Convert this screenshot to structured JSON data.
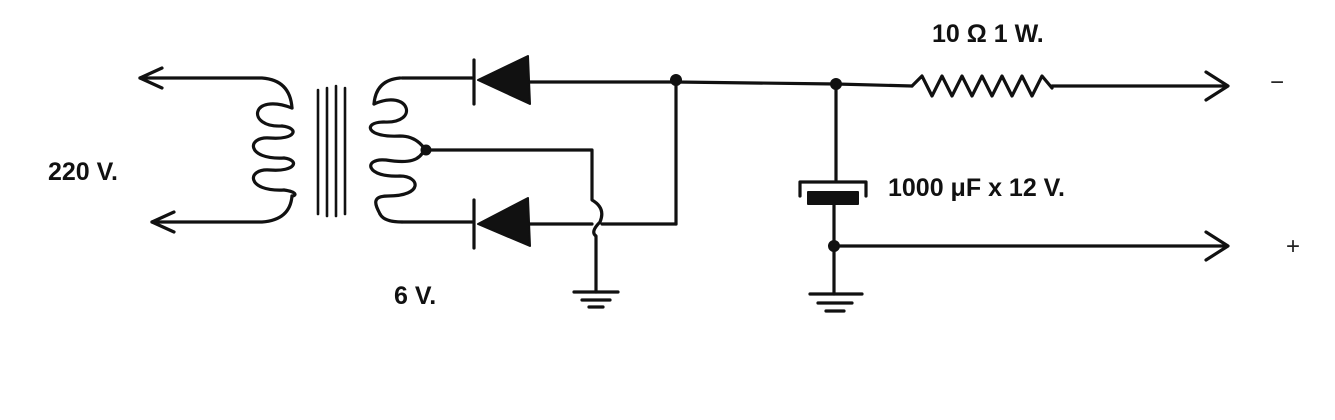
{
  "diagram": {
    "primary_voltage": "220 V.",
    "secondary_voltage": "6 V.",
    "resistor": "10 Ω 1 W.",
    "capacitor": "1000 μF x 12 V.",
    "negative_terminal": "−",
    "positive_terminal": "+"
  },
  "colors": {
    "ink": "#111111",
    "paper": "#ffffff"
  }
}
